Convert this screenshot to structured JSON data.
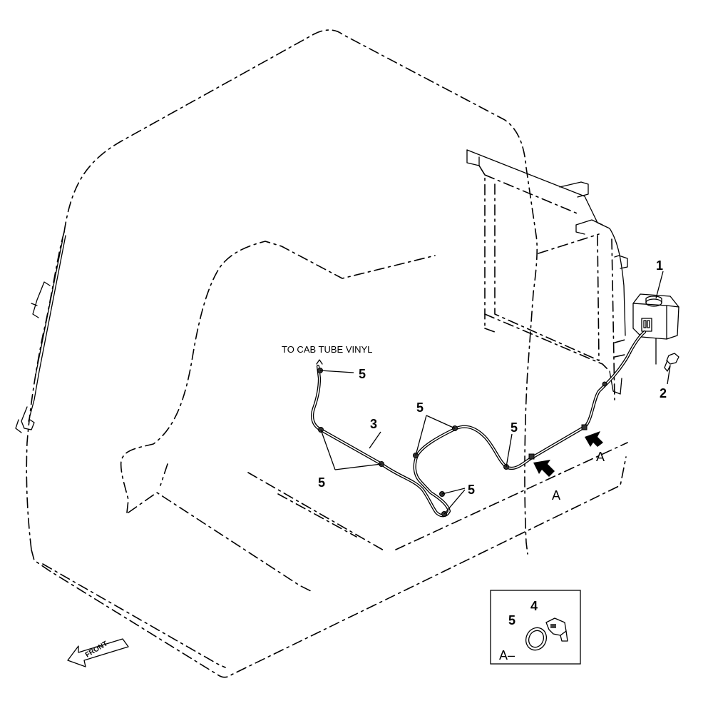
{
  "note_label": "TO CAB TUBE VINYL",
  "callouts": {
    "tank": "1",
    "plug": "2",
    "tube": "3",
    "clamp": "4",
    "clip": "5"
  },
  "view_labels": {
    "arrow_left": "A",
    "arrow_right": "A",
    "detail_view": "A–"
  },
  "front_label": "FRONT",
  "icons": [
    "front-arrow-icon",
    "view-arrow-icon"
  ]
}
